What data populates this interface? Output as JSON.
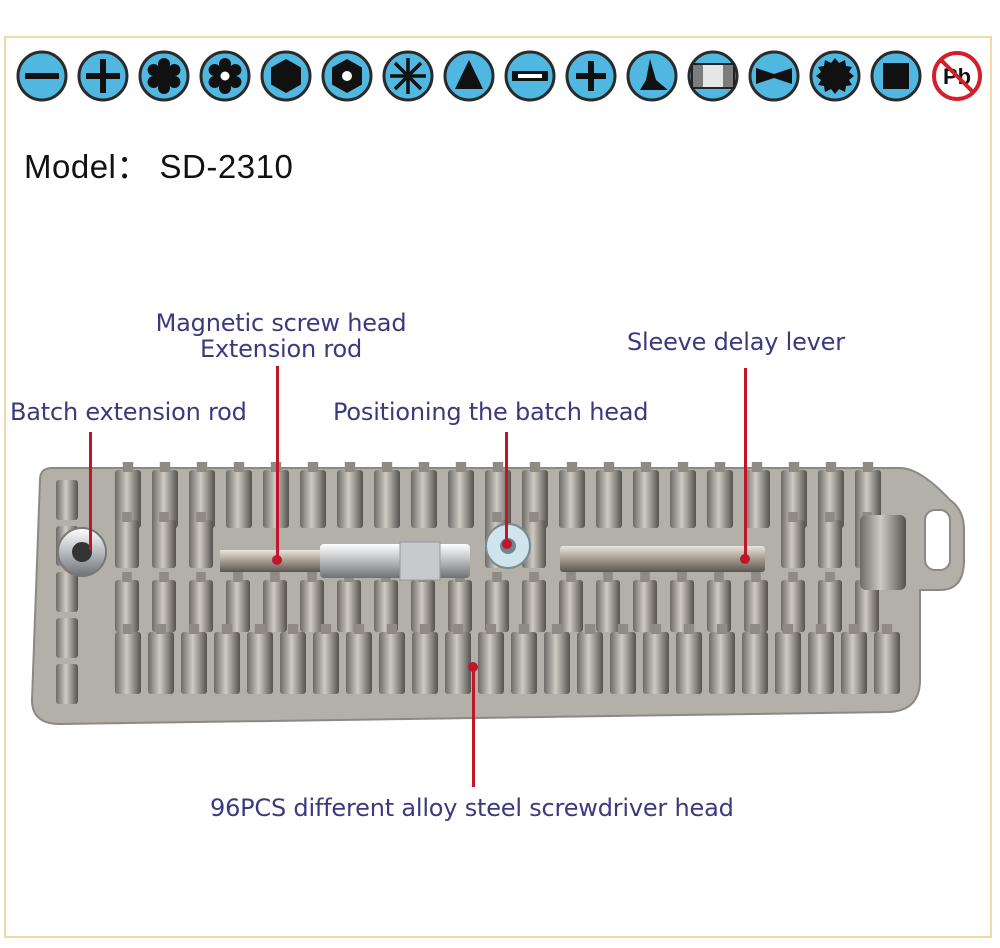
{
  "icons": [
    {
      "name": "slotted-icon"
    },
    {
      "name": "phillips-icon"
    },
    {
      "name": "torx-icon"
    },
    {
      "name": "torx-security-icon"
    },
    {
      "name": "hex-icon"
    },
    {
      "name": "hex-security-icon"
    },
    {
      "name": "triwing-star-icon"
    },
    {
      "name": "triangle-icon"
    },
    {
      "name": "slotted-security-icon"
    },
    {
      "name": "pozidriv-icon"
    },
    {
      "name": "tri-wing-icon"
    },
    {
      "name": "spanner-icon"
    },
    {
      "name": "bowtie-icon"
    },
    {
      "name": "spline-icon"
    },
    {
      "name": "square-icon"
    },
    {
      "name": "lead-free-icon",
      "text": "Pb"
    }
  ],
  "model": "Model：  SD-2310",
  "callouts": {
    "magnetic_line1": "Magnetic screw head",
    "magnetic_line2": "Extension rod",
    "sleeve": "Sleeve delay lever",
    "batch_extension": "Batch extension rod",
    "positioning": "Positioning the batch head",
    "bits": "96PCS different alloy steel screwdriver head"
  },
  "colors": {
    "icon_fill": "#4fb7e0",
    "icon_ring": "#2a2a2a",
    "label_text": "#3c3a7e",
    "leader": "#c0162a",
    "frame": "#f3d9a6",
    "tray": "#a9a6a0"
  }
}
